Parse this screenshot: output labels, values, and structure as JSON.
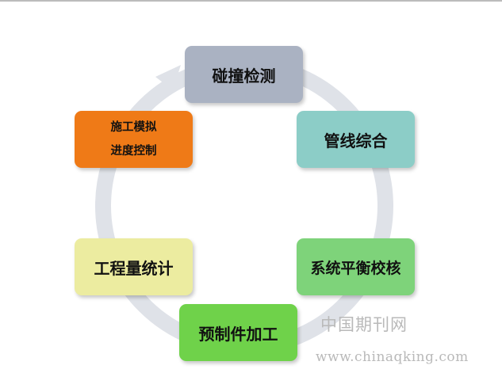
{
  "diagram": {
    "nodes": [
      {
        "id": "collision",
        "lines": [
          "碰撞检测"
        ],
        "color": "#aab2c2"
      },
      {
        "id": "pipeline",
        "lines": [
          "管线综合"
        ],
        "color": "#8ccdc7"
      },
      {
        "id": "system",
        "lines": [
          "系统平衡校核"
        ],
        "color": "#7ed37a"
      },
      {
        "id": "prefab",
        "lines": [
          "预制件加工"
        ],
        "color": "#6fd24a"
      },
      {
        "id": "quantity",
        "lines": [
          "工程量统计"
        ],
        "color": "#ececa0"
      },
      {
        "id": "construct",
        "lines": [
          "施工模拟",
          "进度控制"
        ],
        "color": "#ef7a17"
      }
    ],
    "ring_color": "#dfe2e8",
    "arrow_color": "#dfe2e8"
  },
  "watermark": {
    "name": "中国期刊网",
    "url": "www.chinaqking.com"
  }
}
